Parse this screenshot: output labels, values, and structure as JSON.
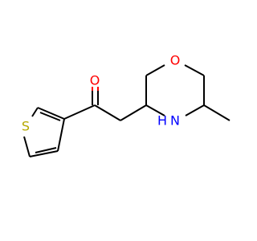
{
  "molecule": {
    "atoms": {
      "oxygen_carbonyl": {
        "label": "O"
      },
      "sulfur": {
        "label": "S"
      },
      "oxygen_ring": {
        "label": "O"
      },
      "nitrogen": {
        "label": "N"
      },
      "hydrogen_on_n": {
        "label": "H"
      }
    },
    "colors": {
      "bond": "#000000",
      "oxygen": "#ff0000",
      "sulfur": "#b5a800",
      "nitrogen": "#0000ff"
    }
  }
}
